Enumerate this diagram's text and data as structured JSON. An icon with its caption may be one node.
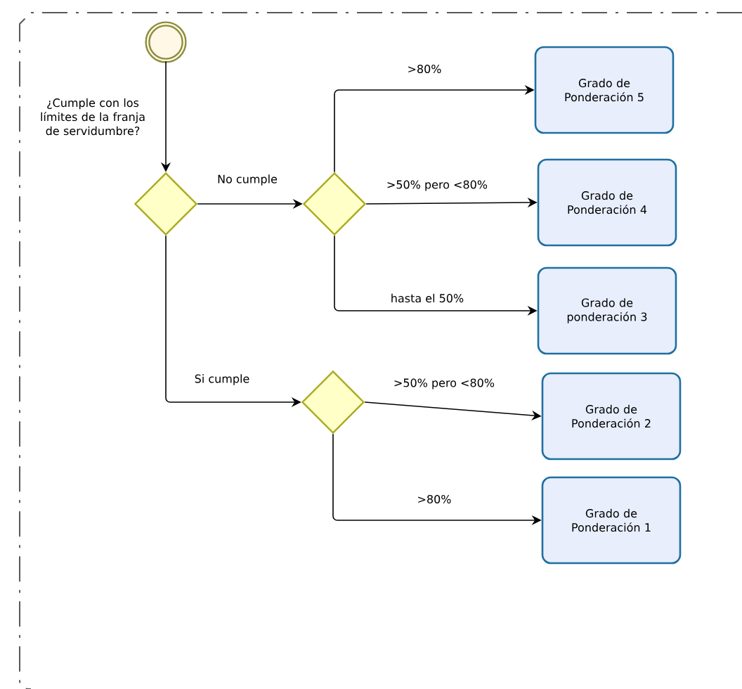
{
  "diagram": {
    "nodes": [
      {
        "text": [],
        "shape": "circle"
      },
      {
        "text": [],
        "shape": "diamond",
        "beside": [
          "¿Cumple con los límites de la franja de servidumbre?"
        ]
      },
      {
        "text": [],
        "shape": "diamond"
      },
      {
        "text": [
          "Grado de Ponderación 5"
        ]
      },
      {
        "text": [
          "Grado de Ponderación 4"
        ]
      },
      {
        "text": [
          "Grado de ponderación 3"
        ]
      },
      {
        "text": [],
        "shape": "diamond"
      },
      {
        "text": [
          "Grado de Ponderación 2"
        ]
      },
      {
        "text": [
          "Grado de Ponderación 1"
        ]
      }
    ],
    "edges": [
      {
        "from": 0,
        "to": 1,
        "arrow": "to"
      },
      {
        "from": 1,
        "to": 2,
        "arrow": "to",
        "label": "No cumple"
      },
      {
        "from": 2,
        "to": 3,
        "arrow": "to",
        "label": ">80%"
      },
      {
        "from": 2,
        "to": 4,
        "arrow": "to",
        "label": ">50% pero <80%"
      },
      {
        "from": 2,
        "to": 5,
        "arrow": "to",
        "label": "hasta el 50%"
      },
      {
        "from": 1,
        "to": 6,
        "arrow": "to",
        "label": "Si cumple"
      },
      {
        "from": 6,
        "to": 7,
        "arrow": "to",
        "label": ">50% pero <80%"
      },
      {
        "from": 6,
        "to": 8,
        "arrow": "to",
        "label": ">80%"
      }
    ]
  }
}
